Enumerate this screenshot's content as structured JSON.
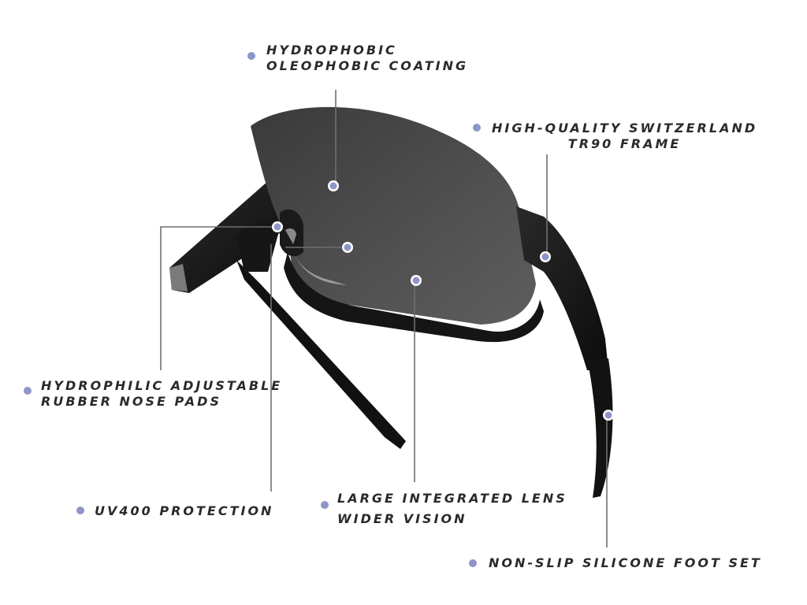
{
  "colors": {
    "bullet": "#8f95c8",
    "leader_line": "#6f6f6f",
    "label_text": "#2a2a2a",
    "lens": "#4a4a4a",
    "frame": "#141414"
  },
  "features": [
    {
      "id": "coating",
      "lines": [
        "HYDROPHOBIC",
        "OLEOPHOBIC COATING"
      ]
    },
    {
      "id": "frame",
      "lines": [
        "HIGH-QUALITY SWITZERLAND",
        "TR90 FRAME"
      ]
    },
    {
      "id": "nose_pads",
      "lines": [
        "HYDROPHILIC ADJUSTABLE",
        "RUBBER NOSE PADS"
      ]
    },
    {
      "id": "uv",
      "lines": [
        "UV400 PROTECTION"
      ]
    },
    {
      "id": "lens",
      "lines": [
        "LARGE INTEGRATED LENS",
        "WIDER VISION"
      ]
    },
    {
      "id": "foot_set",
      "lines": [
        "NON-SLIP SILICONE FOOT SET"
      ]
    }
  ],
  "product_icon": "sport-sunglasses-icon"
}
